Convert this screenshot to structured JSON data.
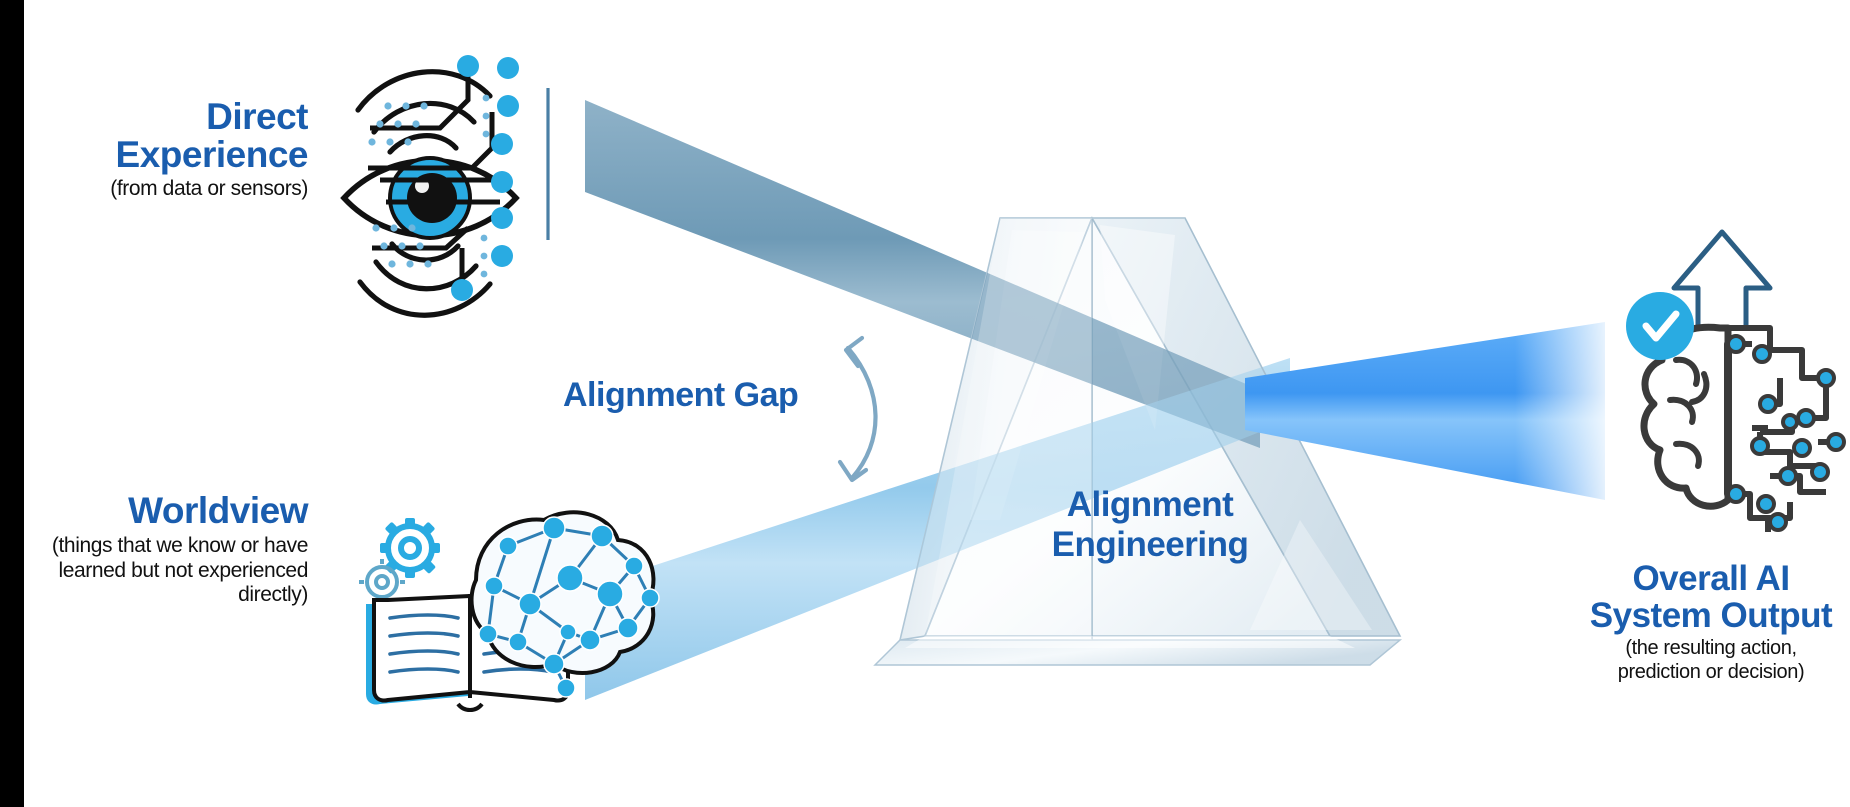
{
  "diagram": {
    "title": "Alignment Engineering prism diagram",
    "colors": {
      "heading_blue": "#1A5DAE",
      "accent_cyan": "#29ABE2",
      "input_beam_top": "#7BA2BC",
      "input_beam_bottom": "#9FD0EE",
      "output_beam": "#4DA3F5",
      "prism_glass": "#DDE7EE",
      "arrow_blue": "#7FA8C4",
      "divider_line": "#4A7FA5",
      "black_bar": "#000000",
      "subtext": "#111111"
    }
  },
  "inputs": {
    "direct_experience": {
      "heading_line1": "Direct",
      "heading_line2": "Experience",
      "subtext": "(from data or sensors)",
      "icon": "eye-circuit-icon"
    },
    "worldview": {
      "heading": "Worldview",
      "subtext_line1": "(things that we know or have",
      "subtext_line2": "learned but not experienced",
      "subtext_line3": "directly)",
      "icon": "book-brain-network-icon"
    }
  },
  "gap": {
    "label": "Alignment Gap",
    "arrow": "double-headed-curved-arrow"
  },
  "prism": {
    "label_line1": "Alignment",
    "label_line2": "Engineering",
    "shape": "triangular-glass-prism"
  },
  "output": {
    "heading_line1": "Overall AI",
    "heading_line2": "System Output",
    "subtext_line1": "(the resulting action,",
    "subtext_line2": "prediction or decision)",
    "icon": "brain-circuit-arrow-icon",
    "badge": "check-badge-icon"
  }
}
